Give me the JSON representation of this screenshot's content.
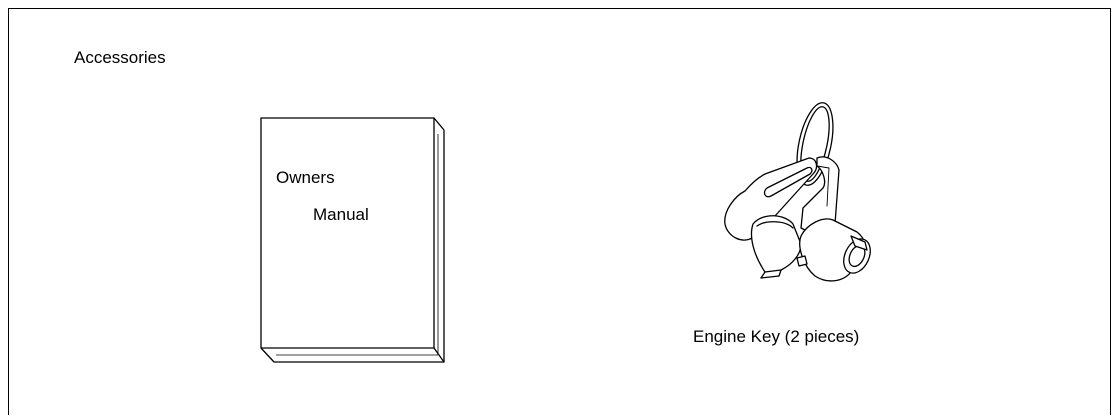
{
  "heading": "Accessories",
  "manual": {
    "line1": "Owners",
    "line2": "Manual"
  },
  "key": {
    "caption": "Engine Key (2 pieces)"
  }
}
